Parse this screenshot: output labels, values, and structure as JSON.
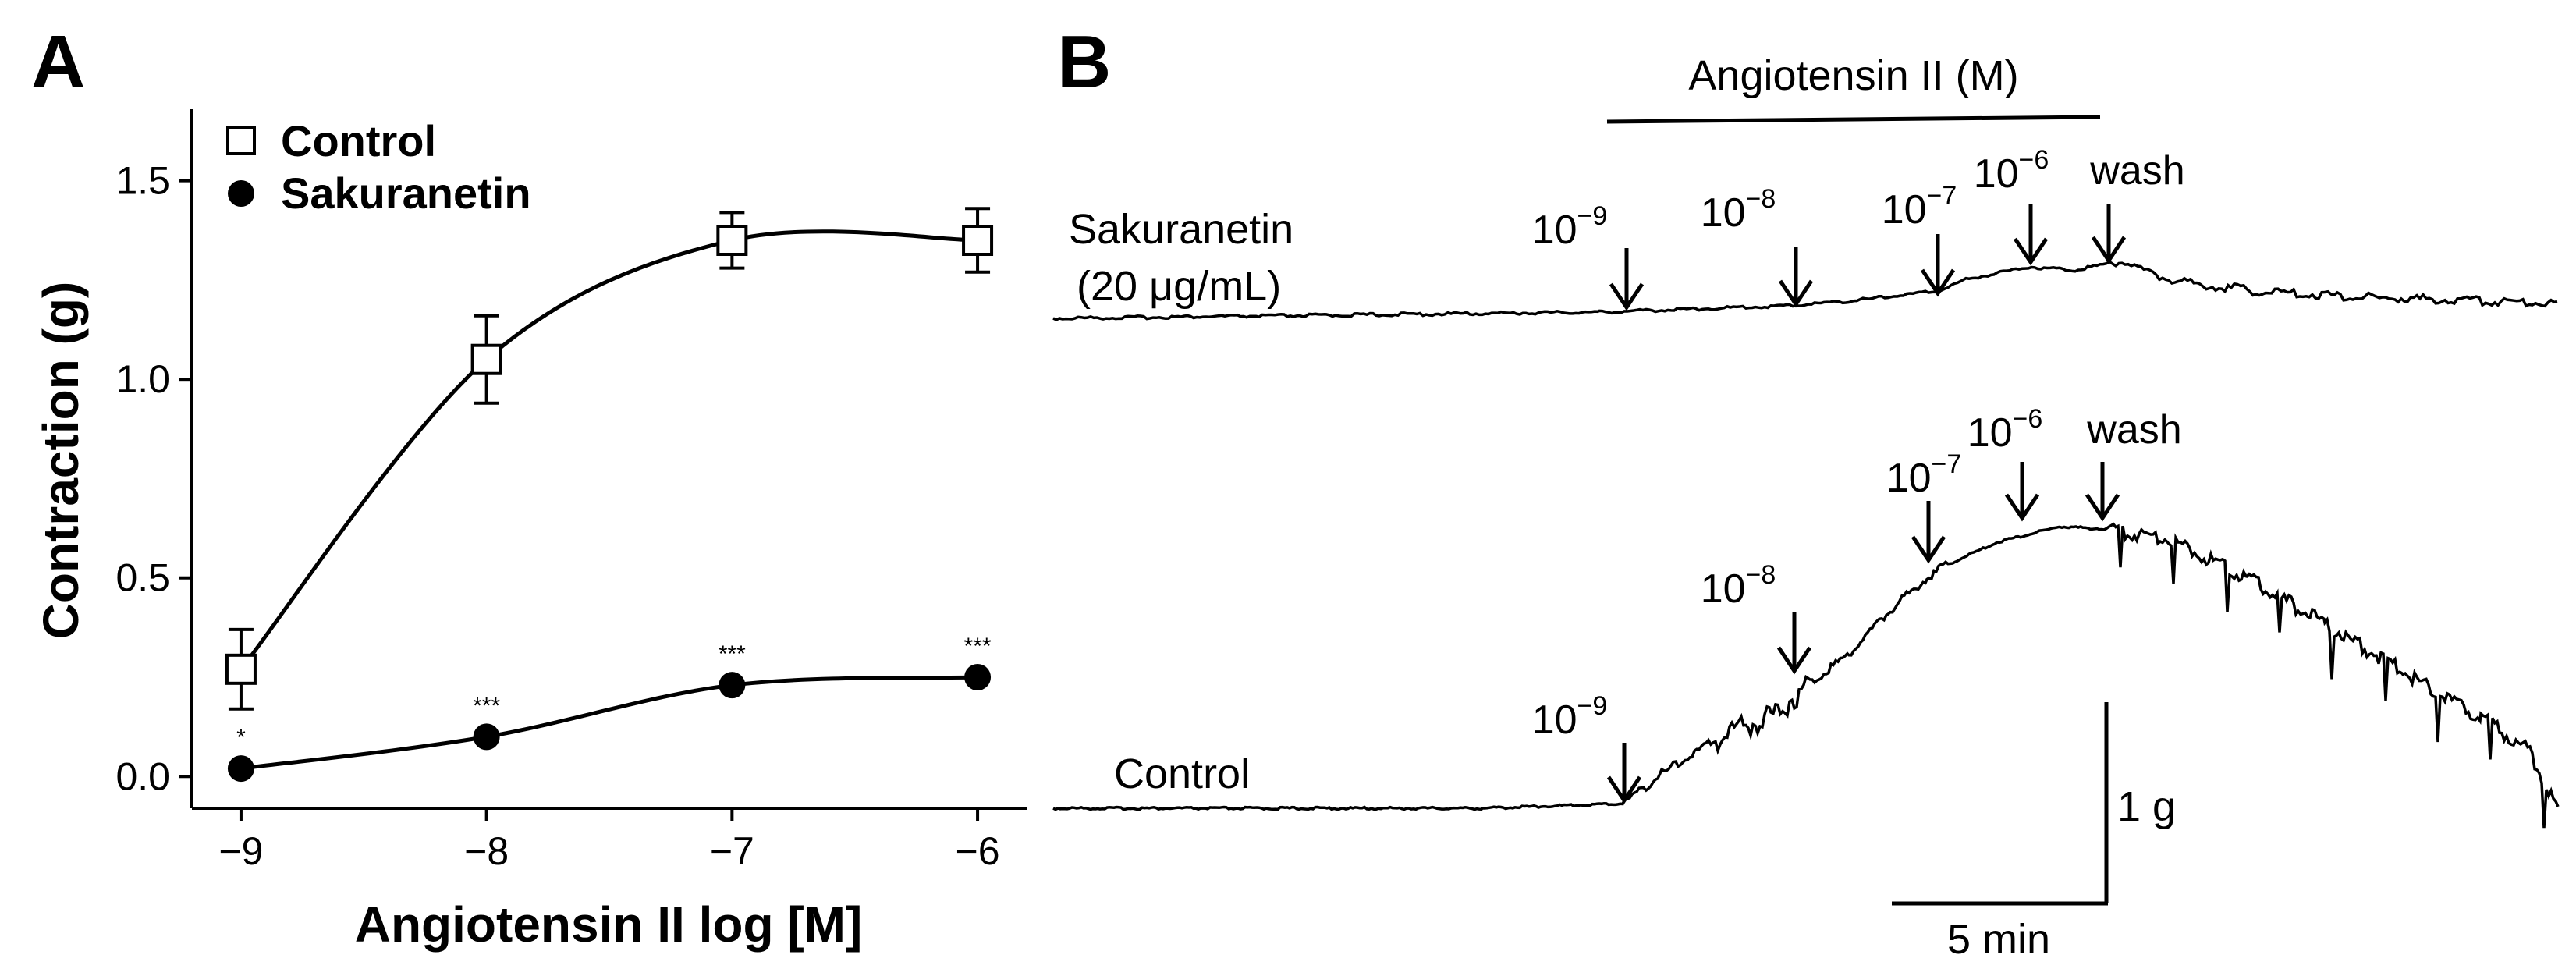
{
  "chart_data": [
    {
      "panel": "A",
      "type": "line",
      "xlabel": "Angiotensin II log [M]",
      "ylabel": "Contraction (g)",
      "xlim": [
        -9.2,
        -5.8
      ],
      "ylim": [
        -0.08,
        1.68
      ],
      "xticks": [
        -9,
        -8,
        -7,
        -6
      ],
      "xtick_labels": [
        "−9",
        "−8",
        "−7",
        "−6"
      ],
      "yticks": [
        0.0,
        0.5,
        1.0,
        1.5
      ],
      "ytick_labels": [
        "0.0",
        "0.5",
        "1.0",
        "1.5"
      ],
      "legend_position": "top-left",
      "series": [
        {
          "name": "Control",
          "marker": "open-square",
          "x": [
            -9,
            -8,
            -7,
            -6
          ],
          "y": [
            0.27,
            1.05,
            1.35,
            1.35
          ],
          "error": [
            0.1,
            0.11,
            0.07,
            0.08
          ],
          "significance": [
            "",
            "",
            "",
            ""
          ]
        },
        {
          "name": "Sakuranetin",
          "marker": "filled-circle",
          "x": [
            -9,
            -8,
            -7,
            -6
          ],
          "y": [
            0.02,
            0.1,
            0.23,
            0.25
          ],
          "error": [
            0.01,
            0.01,
            0.01,
            0.01
          ],
          "significance": [
            "*",
            "***",
            "***",
            "***"
          ]
        }
      ]
    },
    {
      "panel": "B",
      "type": "line",
      "top_bar_label": "Angiotensin II (M)",
      "traces": [
        {
          "label_line1": "Sakuranetin",
          "label_line2": "(20 μg/mL)",
          "doses": [
            {
              "base": "10",
              "exp": "−9"
            },
            {
              "base": "10",
              "exp": "−8"
            },
            {
              "base": "10",
              "exp": "−7"
            },
            {
              "base": "10",
              "exp": "−6"
            }
          ],
          "wash_label": "wash"
        },
        {
          "label_line1": "Control",
          "doses": [
            {
              "base": "10",
              "exp": "−9"
            },
            {
              "base": "10",
              "exp": "−8"
            },
            {
              "base": "10",
              "exp": "−7"
            },
            {
              "base": "10",
              "exp": "−6"
            }
          ],
          "wash_label": "wash"
        }
      ],
      "scale_bar": {
        "vertical_label": "1 g",
        "horizontal_label": "5 min"
      }
    }
  ],
  "panel_labels": {
    "a": "A",
    "b": "B"
  }
}
